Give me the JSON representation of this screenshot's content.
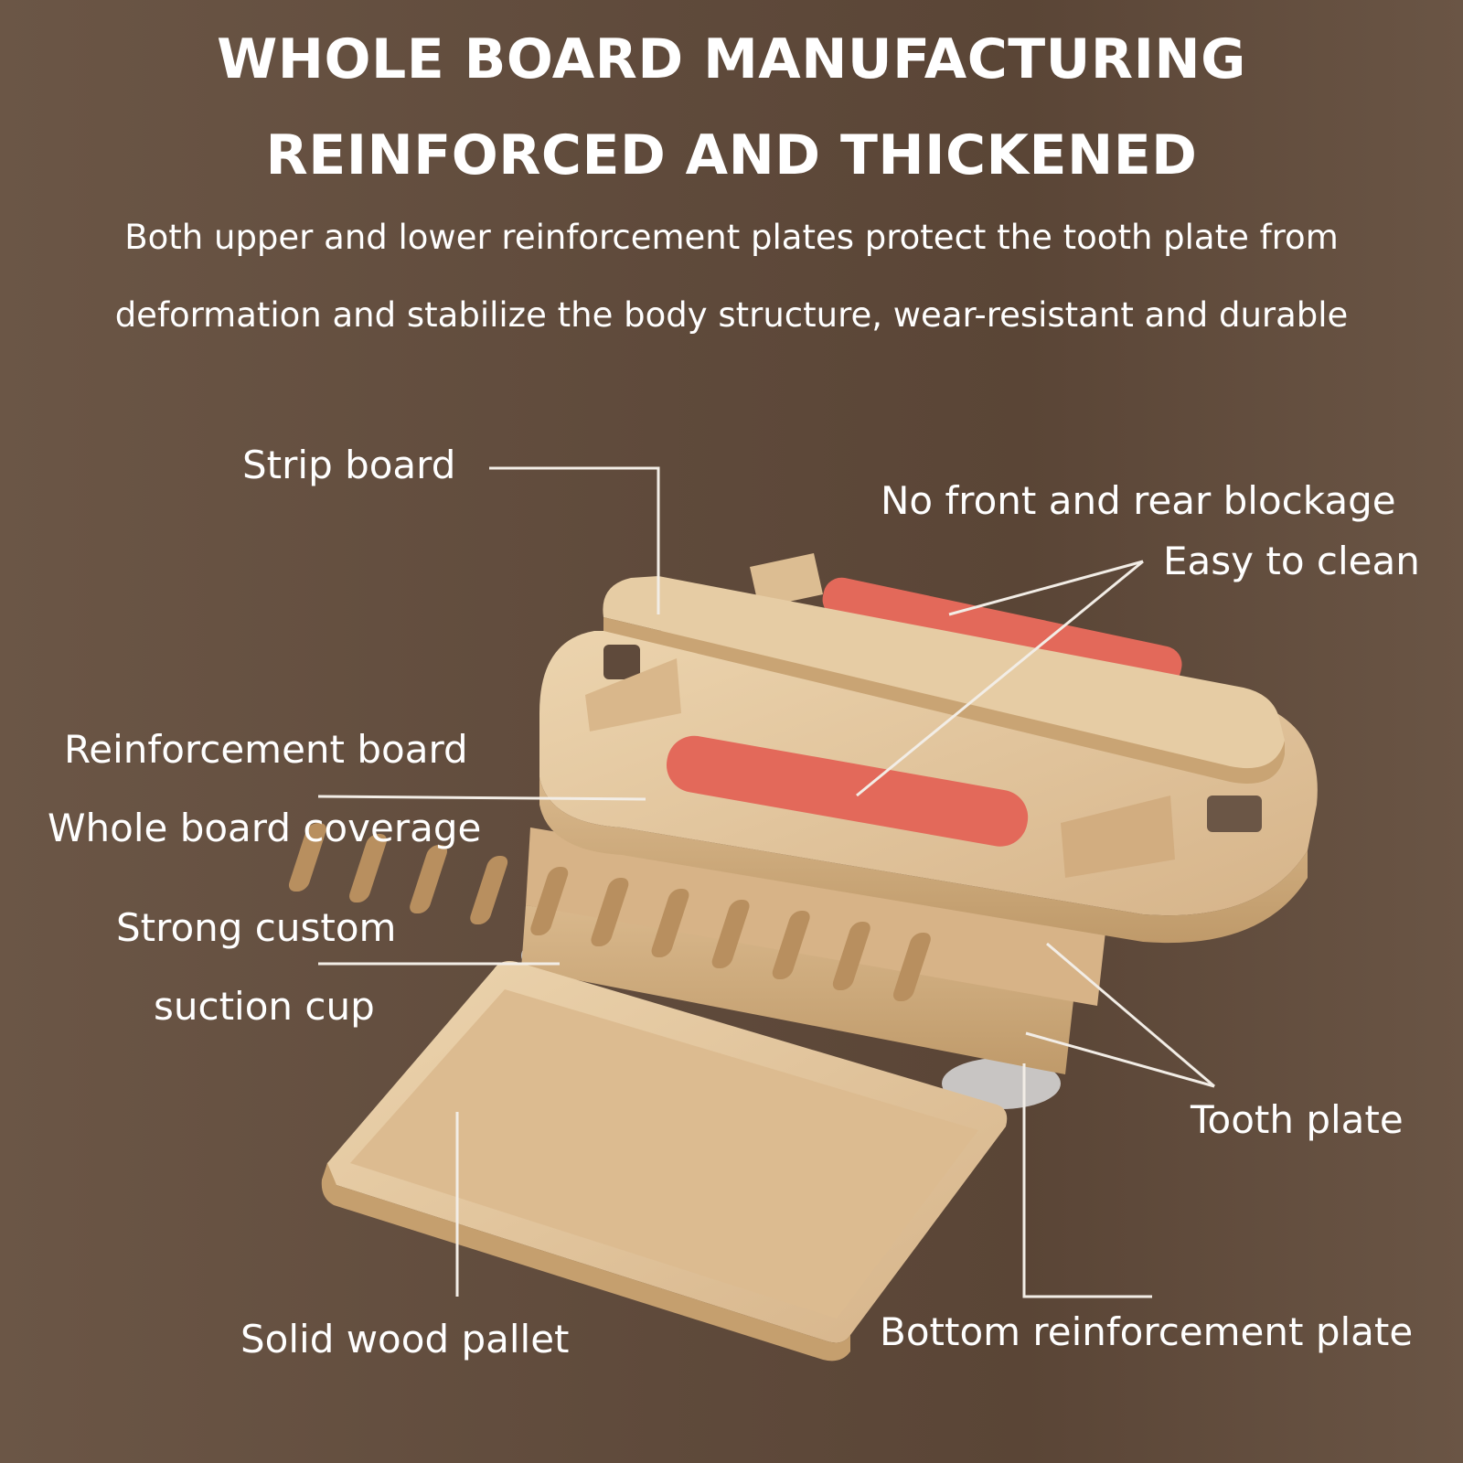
{
  "header": {
    "title_line1": "WHOLE BOARD MANUFACTURING",
    "title_line2": "REINFORCED AND THICKENED",
    "desc_line1": "Both upper and lower reinforcement plates protect the tooth plate from",
    "desc_line2": "deformation and stabilize the body structure, wear-resistant and durable"
  },
  "labels": {
    "strip_board": "Strip board",
    "no_blockage": "No front and rear blockage",
    "easy_clean": "Easy to clean",
    "reinforcement_board": "Reinforcement board",
    "whole_coverage": "Whole board coverage",
    "suction_line1": "Strong custom",
    "suction_line2": "suction cup",
    "tooth_plate": "Tooth plate",
    "solid_pallet": "Solid wood pallet",
    "bottom_plate": "Bottom reinforcement plate"
  },
  "colors": {
    "background": "#5f4a3b",
    "wood": "#e2c49b",
    "wood_dark": "#c9a474",
    "accent_strip": "#e3695a",
    "leader_line": "#f2ede6"
  }
}
